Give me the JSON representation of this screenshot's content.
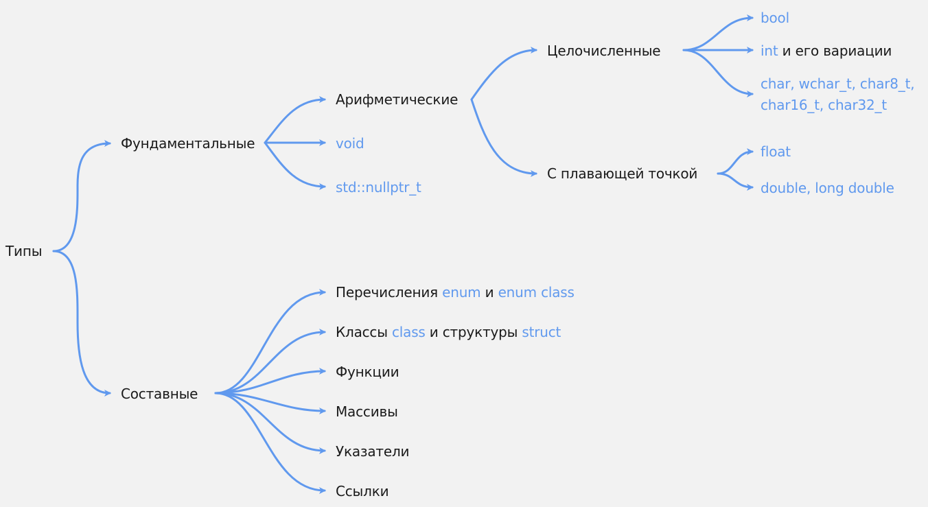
{
  "colors": {
    "background": "#f2f2f2",
    "edge": "#6099ee",
    "keyword_text": "#6099ee",
    "plain_text": "#1a1a1a"
  },
  "diagram": {
    "root": {
      "label": "Типы"
    },
    "fundamental": {
      "label": "Фундаментальные",
      "children": {
        "arithmetic": {
          "label": "Арифметические",
          "integer": {
            "label": "Целочисленные",
            "bool": "bool",
            "int_kw": "int",
            "int_rest": " и его вариации",
            "char_line1": "char, wchar_t, char8_t,",
            "char_line2": "char16_t, char32_t"
          },
          "floating": {
            "label": "С плавающей точкой",
            "float": "float",
            "double": "double, long double"
          }
        },
        "void": "void",
        "nullptr": "std::nullptr_t"
      }
    },
    "compound": {
      "label": "Составные",
      "enums": {
        "prefix": "Перечисления ",
        "kw1": "enum",
        "mid": " и ",
        "kw2": "enum class"
      },
      "classes": {
        "prefix": "Классы ",
        "kw1": "class",
        "mid": " и структуры ",
        "kw2": "struct"
      },
      "functions": "Функции",
      "arrays": "Массивы",
      "pointers": "Указатели",
      "references": "Ссылки"
    }
  }
}
